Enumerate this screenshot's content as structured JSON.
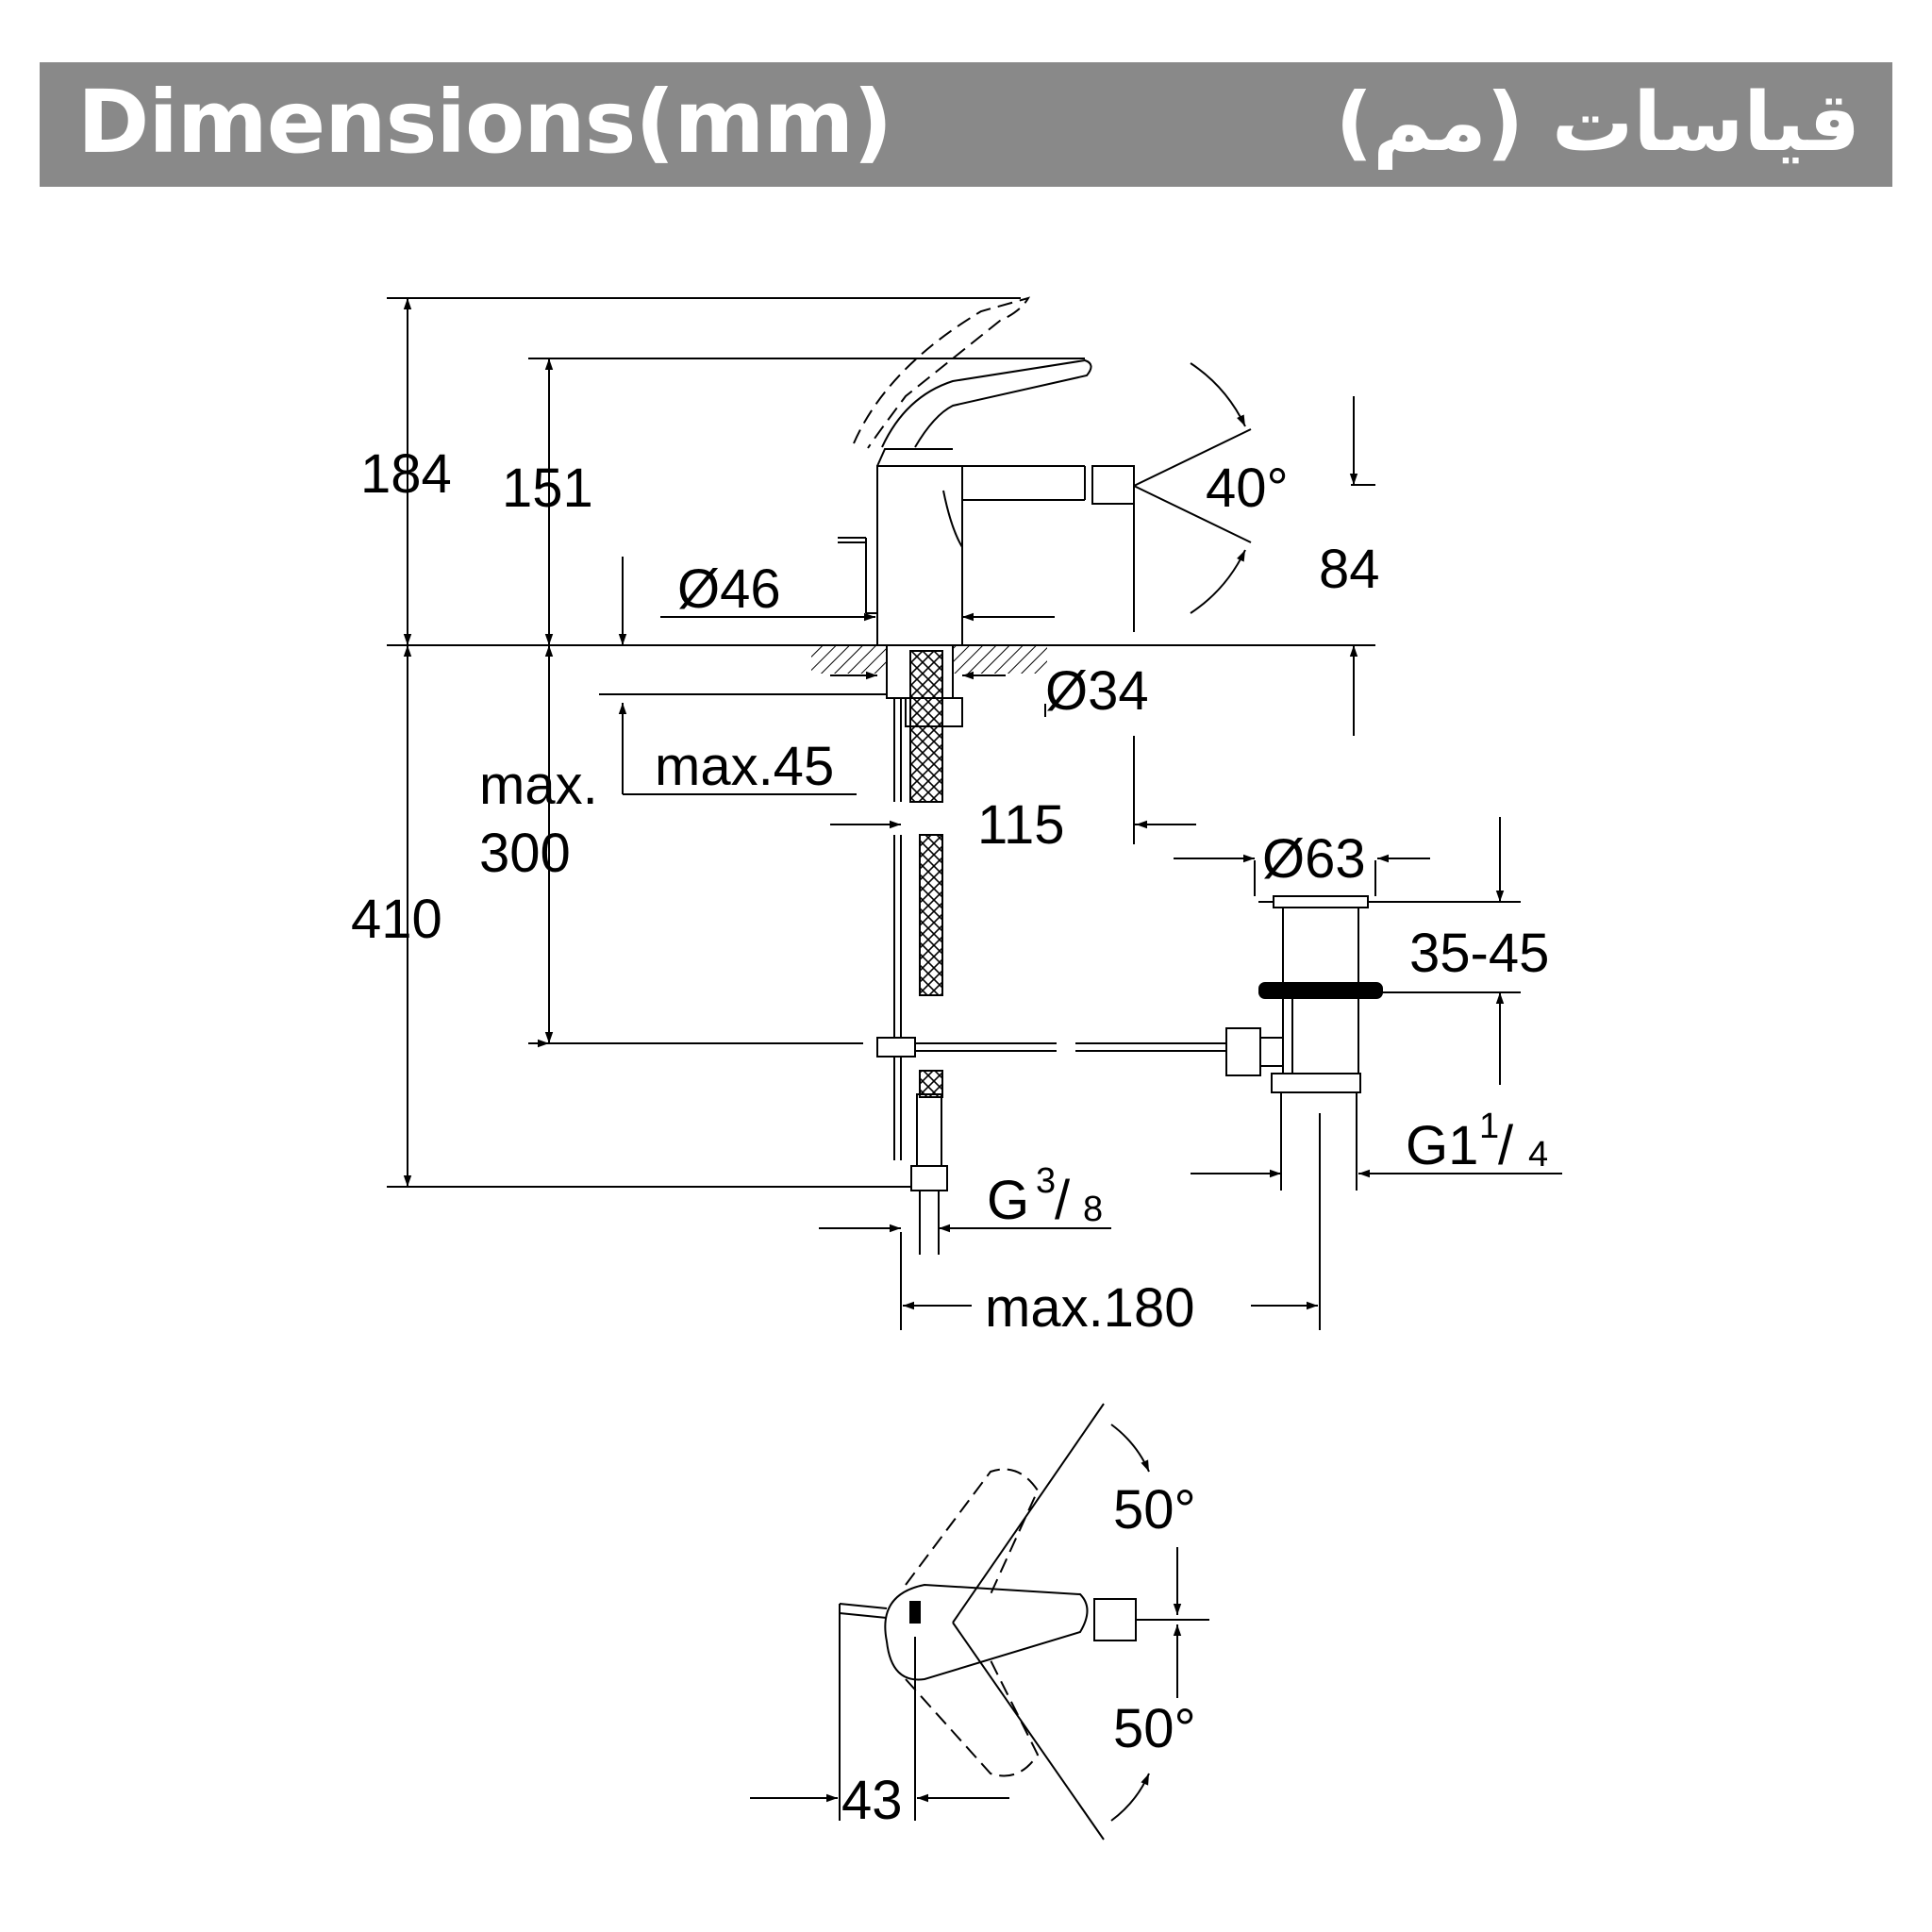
{
  "header": {
    "title_en": "Dimensions(mm)",
    "title_ar": "قیاسات (مم)",
    "background": "#898989",
    "text_color": "#ffffff"
  },
  "side_view": {
    "overall_height": "184",
    "body_height": "151",
    "spout_angle": "40°",
    "spout_height": "84",
    "base_diameter": "Ø46",
    "hole_diameter": "Ø34",
    "max_deck_thickness": "max.45",
    "max_below_label_1": "max.",
    "max_below_label_2": "300",
    "total_below": "410",
    "hose_offset": "115",
    "waste_diameter": "Ø63",
    "waste_height": "35-45",
    "waste_thread_main": "G1",
    "waste_thread_num": "1",
    "waste_thread_slash": "/",
    "waste_thread_den": "4",
    "supply_thread_main": "G",
    "supply_thread_num": "3",
    "supply_thread_slash": "/",
    "supply_thread_den": "8",
    "max_width": "max.180"
  },
  "top_view": {
    "angle_upper": "50°",
    "angle_lower": "50°",
    "lever_offset": "43"
  }
}
